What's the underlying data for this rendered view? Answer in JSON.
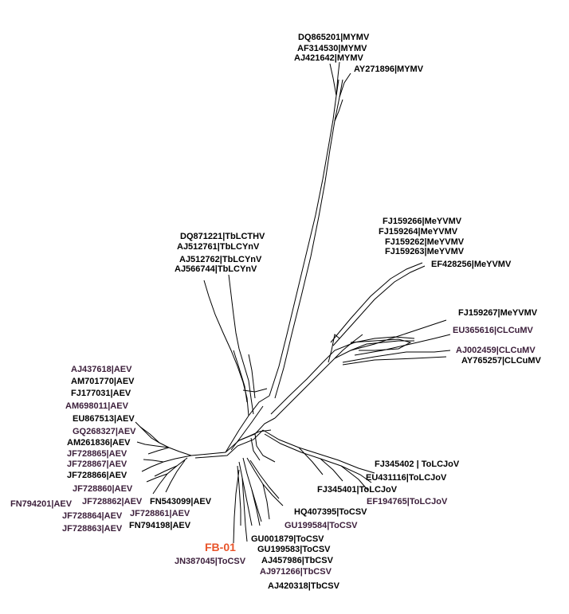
{
  "colors": {
    "default_label": "#000000",
    "purple_label": "#3b1e3a",
    "highlight_label": "#e8552b",
    "branch": "#000000"
  },
  "labels": {
    "mymv_1": "DQ865201|MYMV",
    "mymv_2": "AF314530|MYMV",
    "mymv_3": "AJ421642|MYMV",
    "mymv_4": "AY271896|MYMV",
    "meyvmv_1": "FJ159266|MeYVMV",
    "meyvmv_2": "FJ159264|MeYVMV",
    "meyvmv_3": "FJ159262|MeYVMV",
    "meyvmv_4": "FJ159263|MeYVMV",
    "meyvmv_5": "EF428256|MeYVMV",
    "meyvmv_6": "FJ159267|MeYVMV",
    "clcumv_1": "EU365616|CLCuMV",
    "clcumv_2": "AJ002459|CLCuMV",
    "clcumv_3": "AY765257|CLCuMV",
    "tblc_1": "DQ871221|TbLCTHV",
    "tblc_2": "AJ512761|TbLCYnV",
    "tblc_3": "AJ512762|TbLCYnV",
    "tblc_4": "AJ566744|TbLCYnV",
    "aev_1": "AJ437618|AEV",
    "aev_2": "AM701770|AEV",
    "aev_3": "FJ177031|AEV",
    "aev_4": "AM698011|AEV",
    "aev_5": "EU867513|AEV",
    "aev_6": "GQ268327|AEV",
    "aev_7": "AM261836|AEV",
    "aev_8": "JF728865|AEV",
    "aev_9": "JF728867|AEV",
    "aev_10": "JF728866|AEV",
    "aev_11": "JF728860|AEV",
    "aev_12": "FN794201|AEV",
    "aev_13": "JF728862|AEV",
    "aev_14": "FN543099|AEV",
    "aev_15": "JF728861|AEV",
    "aev_16": "JF728864|AEV",
    "aev_17": "FN794198|AEV",
    "aev_18": "JF728863|AEV",
    "tolcjov_1": "FJ345402 | ToLCJoV",
    "tolcjov_2": "EU431116|ToLCJoV",
    "tolcjov_3": "FJ345401|ToLCJoV",
    "tolcjov_4": "EF194765|ToLCJoV",
    "tocsv_1": "HQ407395|ToCSV",
    "tocsv_2": "GU199584|ToCSV",
    "tocsv_3": "GU001879|ToCSV",
    "tocsv_4": "GU199583|ToCSV",
    "tbcsv_1": "AJ457986|TbCSV",
    "tbcsv_2": "AJ971266|TbCSV",
    "tocsv_5": "JN387045|ToCSV",
    "tbcsv_3": "AJ420318|TbCSV",
    "fb01": "FB-01"
  }
}
